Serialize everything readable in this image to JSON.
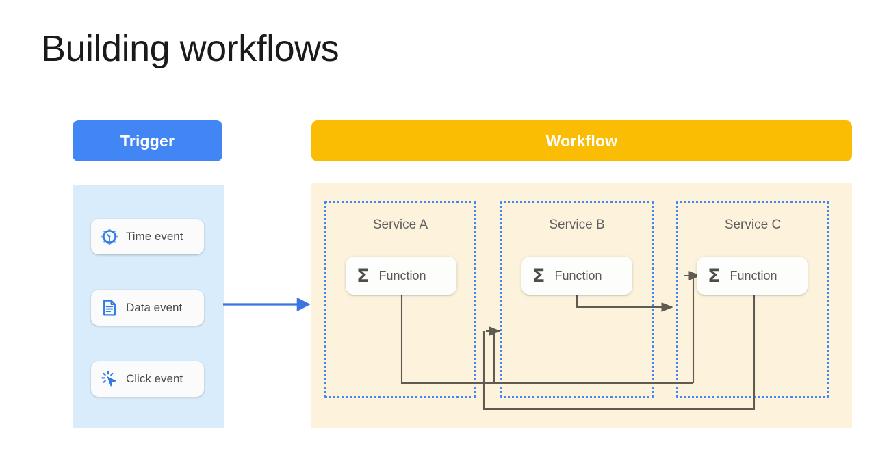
{
  "slide": {
    "title": "Building workflows",
    "background": "#ffffff"
  },
  "colors": {
    "trigger_blue": "#4285f4",
    "workflow_yellow": "#fbbc04",
    "trigger_panel": "#d9ecfb",
    "workflow_panel": "#fdf3dd",
    "dotted_border": "#4285f4",
    "connector_line": "#5f5b50",
    "card_text": "#5a5a5a",
    "title_text": "#1a1a1a"
  },
  "trigger": {
    "header_label": "Trigger",
    "events": [
      {
        "label": "Time event",
        "icon": "clock-icon"
      },
      {
        "label": "Data event",
        "icon": "document-icon"
      },
      {
        "label": "Click event",
        "icon": "cursor-click-icon"
      }
    ]
  },
  "flow_arrow": {
    "icon": "right-arrow-icon",
    "from": "Trigger",
    "to": "Workflow"
  },
  "workflow": {
    "header_label": "Workflow",
    "services": [
      {
        "name": "Service A",
        "function": {
          "label": "Function",
          "icon": "sigma-icon"
        }
      },
      {
        "name": "Service B",
        "function": {
          "label": "Function",
          "icon": "sigma-icon"
        }
      },
      {
        "name": "Service C",
        "function": {
          "label": "Function",
          "icon": "sigma-icon"
        }
      }
    ],
    "connections": [
      {
        "from": "Service A Function",
        "to": "Service B",
        "style": "orthogonal-arrow"
      },
      {
        "from": "Service B Function",
        "to": "Service C",
        "style": "orthogonal-arrow"
      },
      {
        "from": "Service B",
        "to": "Service C Function",
        "style": "orthogonal-arrow"
      },
      {
        "from": "Service C Function",
        "to": "Service B",
        "style": "orthogonal-feedback"
      }
    ]
  }
}
